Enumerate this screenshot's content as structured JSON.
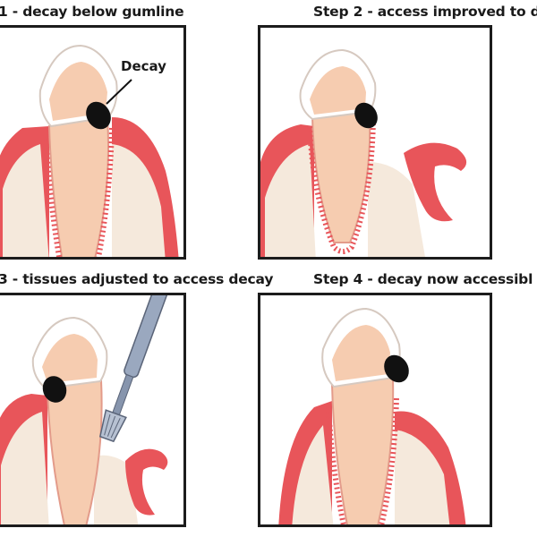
{
  "steps": [
    {
      "caption": "1 - decay below gumline"
    },
    {
      "caption": "Step 2 - access improved to d"
    },
    {
      "caption": "3 - tissues adjusted to access decay"
    },
    {
      "caption": "Step 4 - decay now accessibl"
    }
  ],
  "labels": {
    "decay": "Decay"
  },
  "colors": {
    "gum": "#e8555a",
    "gum_light": "#f4a3a3",
    "bone": "#f5e9dc",
    "root": "#f6ccb0",
    "enamel": "#ffffff",
    "decay": "#111111",
    "instrument": "#9aa8bf",
    "frame": "#1c1c1c"
  }
}
